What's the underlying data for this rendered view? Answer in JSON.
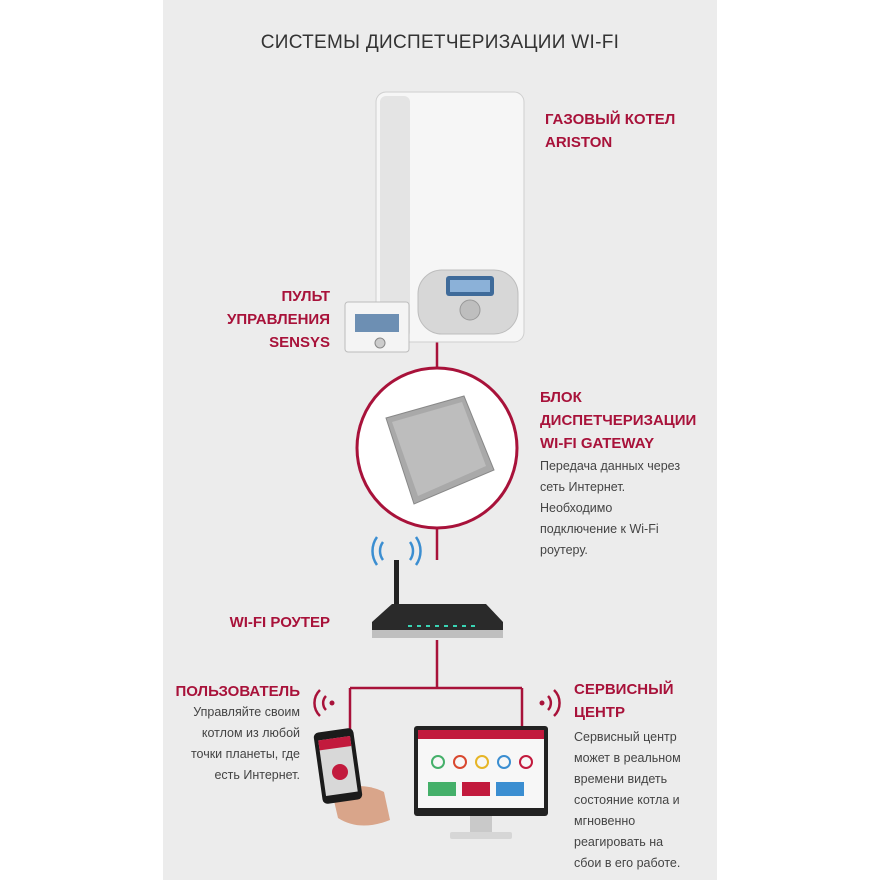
{
  "header": {
    "title": "СИСТЕМЫ ДИСПЕТЧЕРИЗАЦИИ WI-FI"
  },
  "boiler": {
    "label": "ГАЗОВЫЙ КОТЕЛ\nARISTON"
  },
  "remote": {
    "label": "ПУЛЬТ\nУПРАВЛЕНИЯ\nSENSYS"
  },
  "gateway": {
    "label": "БЛОК\nДИСПЕТЧЕРИЗАЦИИ\nWI-FI GATEWAY",
    "description": "Передача данных через\nсеть Интернет.\nНеобходимо\nподключение к Wi-Fi\nроутеру."
  },
  "router": {
    "label": "WI-FI РОУТЕР"
  },
  "user": {
    "label": "ПОЛЬЗОВАТЕЛЬ",
    "description": "Управляйте своим\nкотлом из любой\nточки планеты, где\nесть Интернет."
  },
  "service": {
    "label": "СЕРВИСНЫЙ\nЦЕНТР",
    "description": "Сервисный центр\nможет в реальном\nвремени видеть\nсостояние котла и\nмгновенно\nреагировать на\nсбои в его работе."
  },
  "colors": {
    "accent": "#a8123a",
    "panel": "#ececec",
    "text": "#444444"
  }
}
